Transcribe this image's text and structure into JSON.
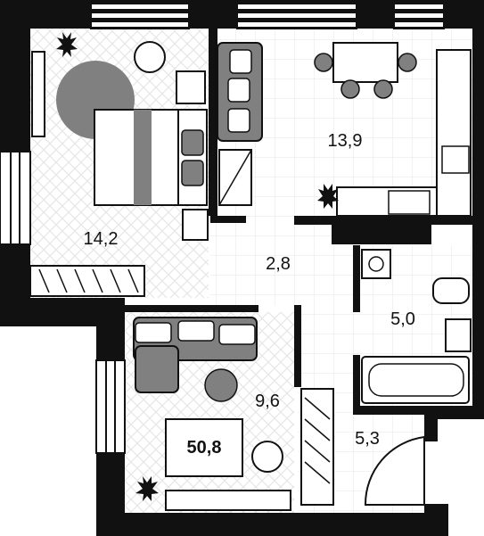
{
  "plan": {
    "total_area": "50,8",
    "rooms": [
      {
        "id": "bedroom",
        "area": "14,2"
      },
      {
        "id": "kitchen",
        "area": "13,9"
      },
      {
        "id": "hallway",
        "area": "2,8"
      },
      {
        "id": "bathroom",
        "area": "5,0"
      },
      {
        "id": "living-room",
        "area": "9,6"
      },
      {
        "id": "entrance",
        "area": "5,3"
      }
    ]
  },
  "colors": {
    "wall": "#111111",
    "furniture": "#808080",
    "floor_pattern": "#e6e6e6",
    "background": "#ffffff"
  }
}
